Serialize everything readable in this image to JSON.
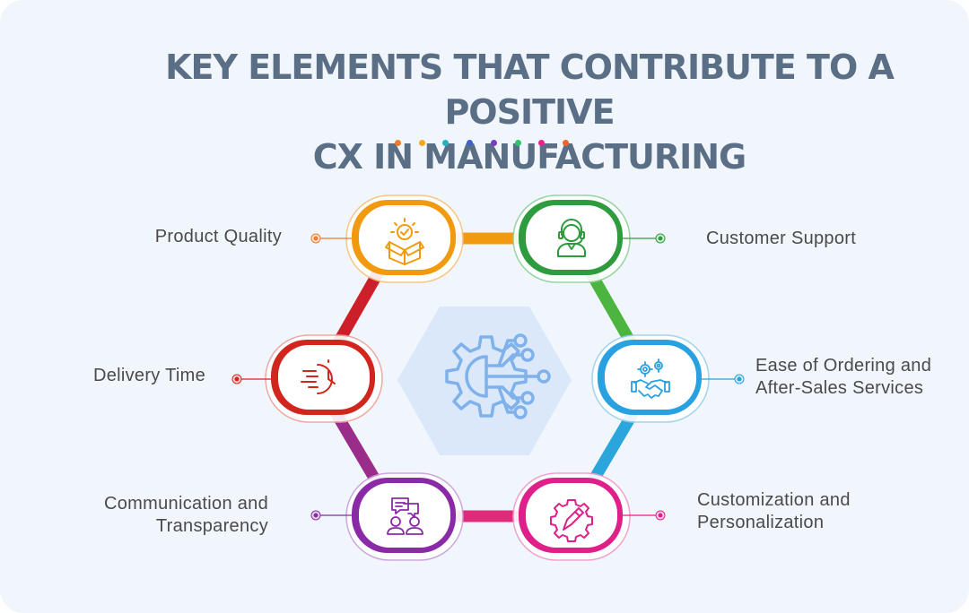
{
  "title": {
    "line1": "KEY ELEMENTS THAT CONTRIBUTE TO A POSITIVE",
    "line2": "CX IN MANUFACTURING"
  },
  "divider_dot_colors": [
    "#f07a2e",
    "#f4a81d",
    "#21b3c4",
    "#3f63c8",
    "#7a3fc0",
    "#2cc76a",
    "#e6248c",
    "#f0652a"
  ],
  "center_icon": "gear-network-icon",
  "elements": [
    {
      "label": "Product Quality",
      "icon": "quality-box-icon",
      "color": "#f29a0f"
    },
    {
      "label": "Customer Support",
      "icon": "support-agent-icon",
      "color": "#2e9c3e"
    },
    {
      "label": "Ease of Ordering and After-Sales Services",
      "line1": "Ease of Ordering and",
      "line2": "After-Sales Services",
      "icon": "handshake-gears-icon",
      "color": "#29a0e0"
    },
    {
      "label": "Customization and Personalization",
      "line1": "Customization and",
      "line2": "Personalization",
      "icon": "gear-pencil-icon",
      "color": "#e0208a"
    },
    {
      "label": "Communication and Transparency",
      "line1": "Communication and",
      "line2": "Transparency",
      "icon": "chat-users-icon",
      "color": "#8a2aa6"
    },
    {
      "label": "Delivery Time",
      "icon": "fast-clock-icon",
      "color": "#d0261e"
    }
  ],
  "connector_colors": {
    "top": "#f29a0f",
    "upper_right": "#4cb53f",
    "lower_right": "#2aa6dc",
    "bottom": "#e02a7a",
    "lower_left": "#9a2d8a",
    "upper_left": "#cc1f2a"
  }
}
